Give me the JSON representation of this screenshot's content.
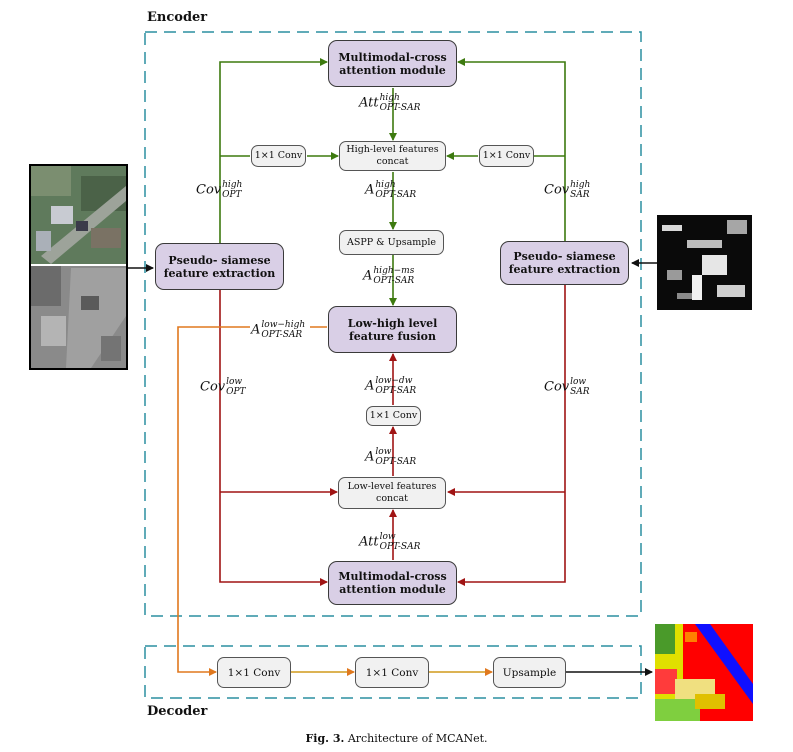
{
  "encoder": {
    "title": "Encoder"
  },
  "decoder": {
    "title": "Decoder"
  },
  "boxes": {
    "mca_top": "Multimodal-cross attention module",
    "high_concat": "High-level features concat",
    "conv_left_high": "1×1 Conv",
    "conv_right_high": "1×1 Conv",
    "aspp": "ASPP & Upsample",
    "pseudo_left": "Pseudo- siamese feature extraction",
    "pseudo_right": "Pseudo- siamese feature extraction",
    "fusion": "Low-high level feature fusion",
    "conv_mid_low": "1×1 Conv",
    "low_concat": "Low-level features concat",
    "mca_bottom": "Multimodal-cross attention module",
    "dec_conv1": "1×1 Conv",
    "dec_conv2": "1×1 Conv",
    "dec_upsample": "Upsample"
  },
  "labels": {
    "att_high": {
      "base": "Att",
      "sup": "high",
      "sub": "OPT-SAR"
    },
    "a_high": {
      "base": "A",
      "sup": "high",
      "sub": "OPT-SAR"
    },
    "a_high_ms": {
      "base": "A",
      "sup": "high−ms",
      "sub": "OPT-SAR"
    },
    "a_low_high": {
      "base": "A",
      "sup": "low−high",
      "sub": "OPT-SAR"
    },
    "a_low_dw": {
      "base": "A",
      "sup": "low−dw",
      "sub": "OPT-SAR"
    },
    "a_low": {
      "base": "A",
      "sup": "low",
      "sub": "OPT-SAR"
    },
    "att_low": {
      "base": "Att",
      "sup": "low",
      "sub": "OPT-SAR"
    },
    "cov_opt_high": {
      "base": "Cov",
      "sup": "high",
      "sub": "OPT"
    },
    "cov_sar_high": {
      "base": "Cov",
      "sup": "high",
      "sub": "SAR"
    },
    "cov_opt_low": {
      "base": "Cov",
      "sup": "low",
      "sub": "OPT"
    },
    "cov_sar_low": {
      "base": "Cov",
      "sup": "low",
      "sub": "SAR"
    }
  },
  "caption": {
    "fig": "Fig. 3.",
    "text": "Architecture of MCANet."
  },
  "colors": {
    "green": "#3d7a0f",
    "red": "#a01414",
    "orange": "#e0781e",
    "teal": "#2c8fa0",
    "purple": "#d9cfe6"
  }
}
